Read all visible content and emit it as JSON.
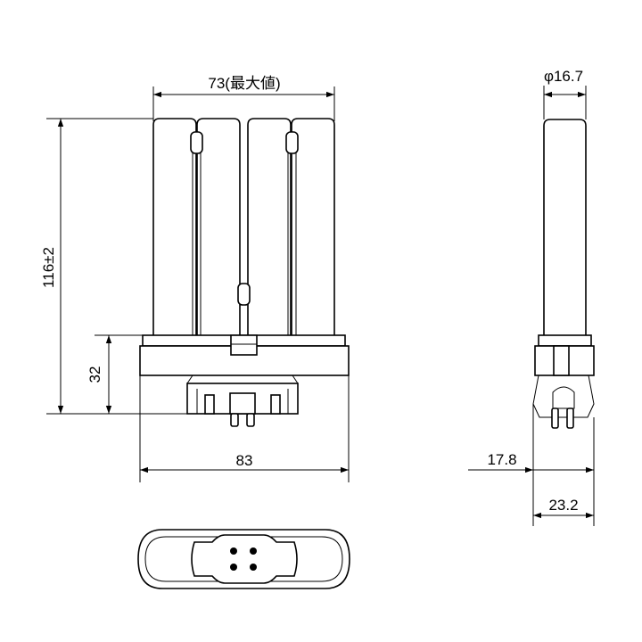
{
  "dimensions": {
    "top_width": "73(最大値)",
    "height": "116±2",
    "base_height": "32",
    "base_width": "83",
    "diameter": "φ16.7",
    "side_left": "17.8",
    "side_bottom": "23.2"
  }
}
